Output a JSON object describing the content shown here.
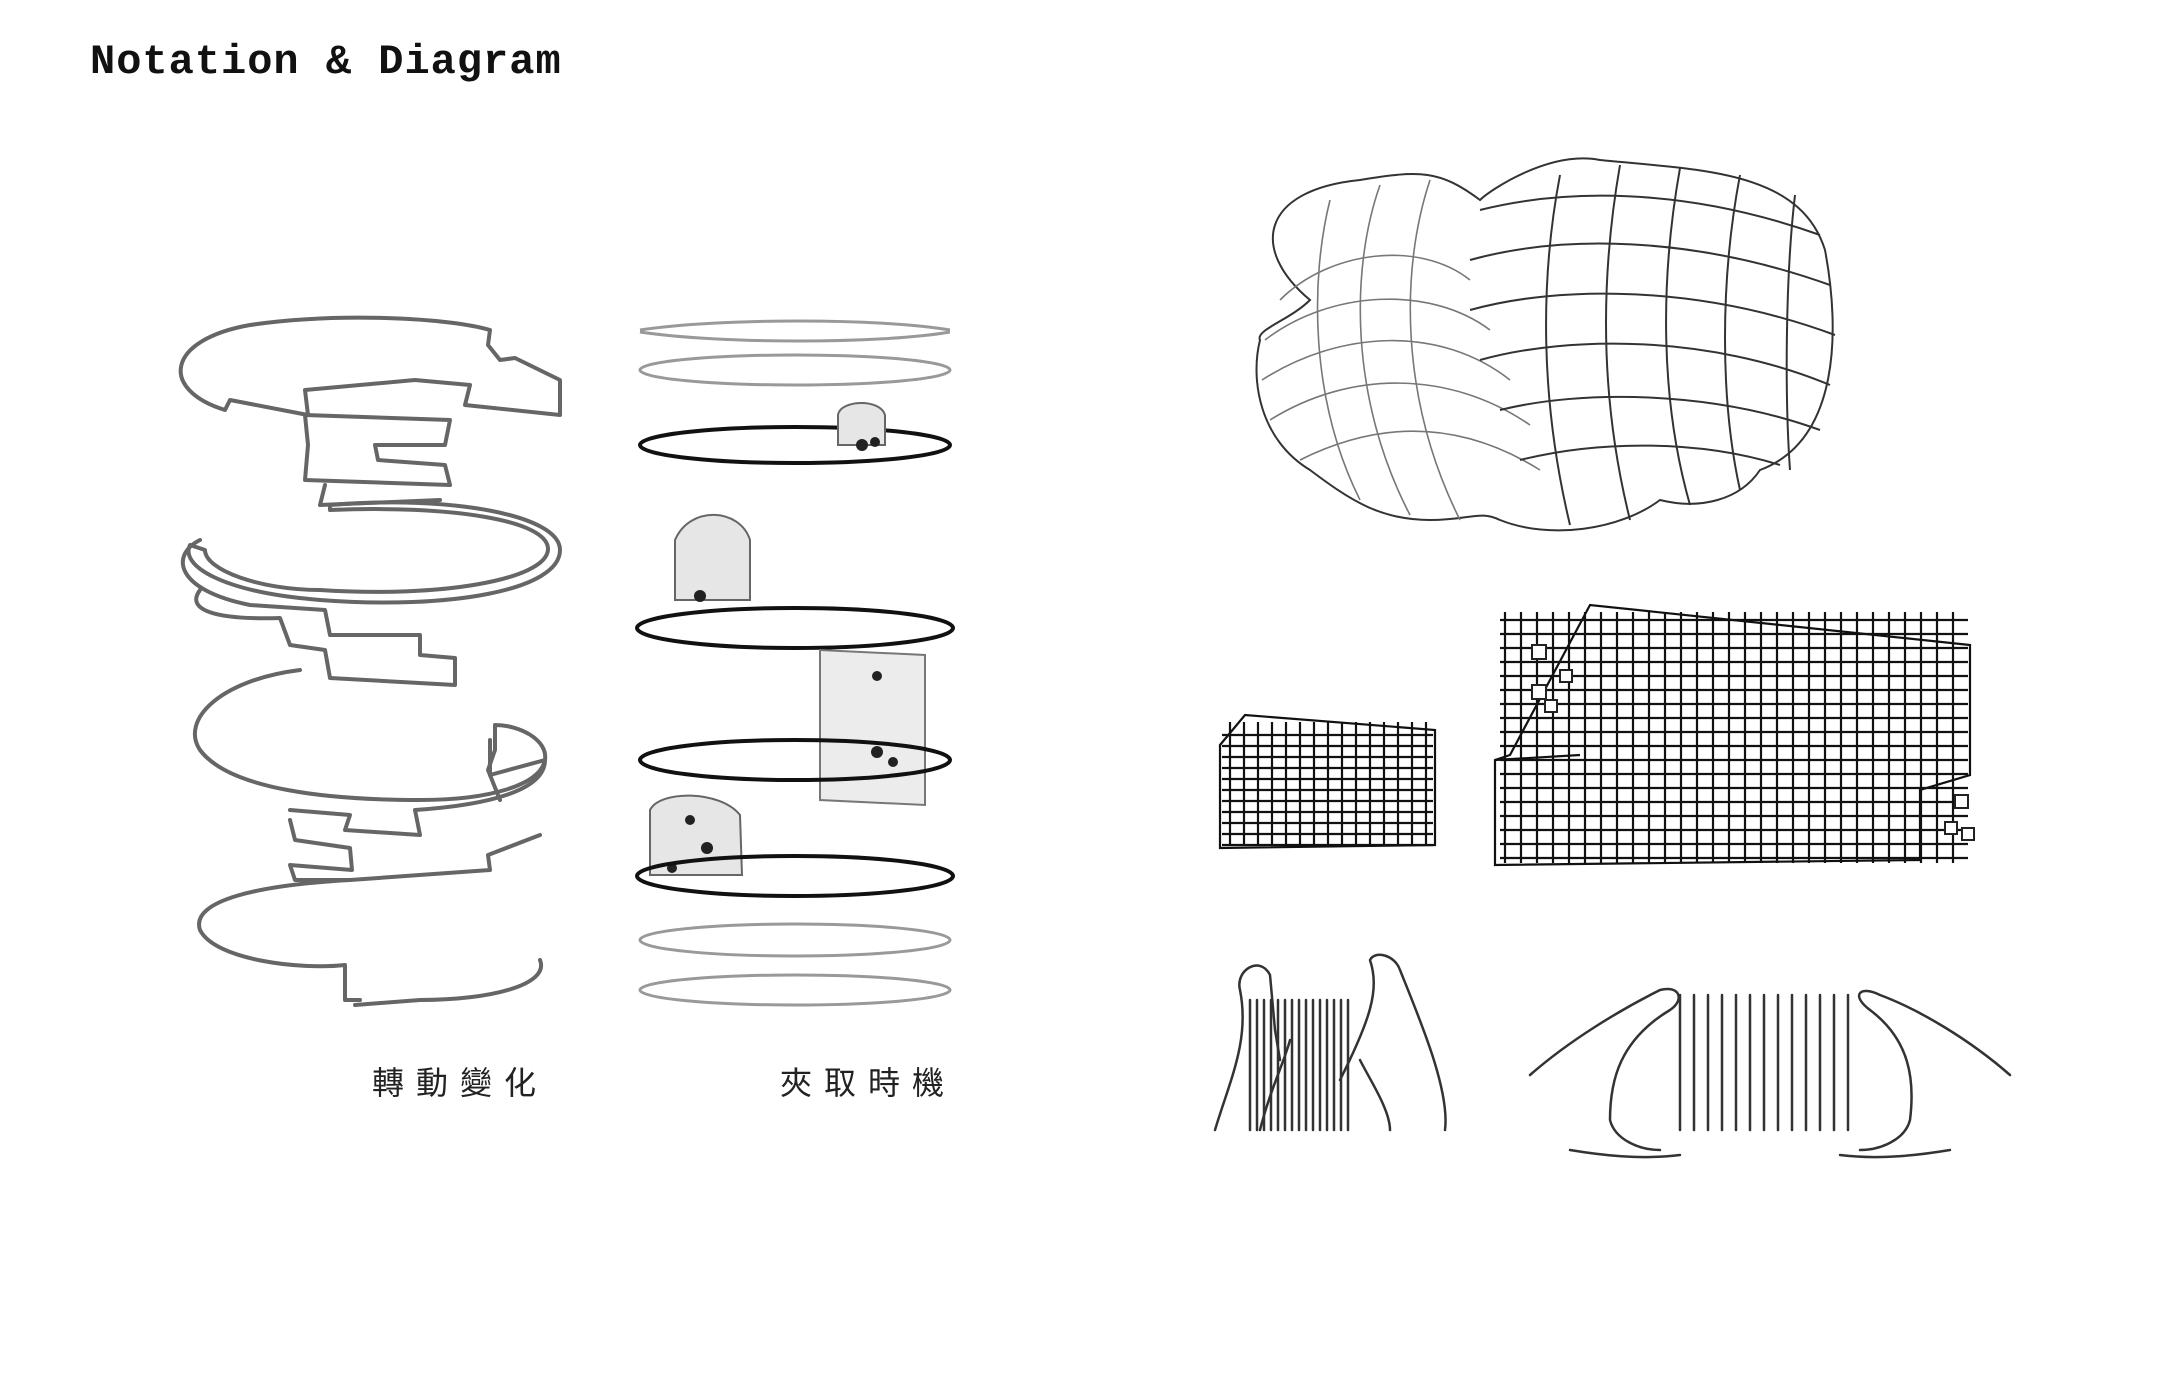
{
  "page": {
    "title": "Notation & Diagram"
  },
  "captions": {
    "rotation": "轉動變化",
    "gripping": "夾取時機"
  },
  "colors": {
    "ink": "#111111",
    "pencil": "#666666",
    "background": "#ffffff"
  }
}
